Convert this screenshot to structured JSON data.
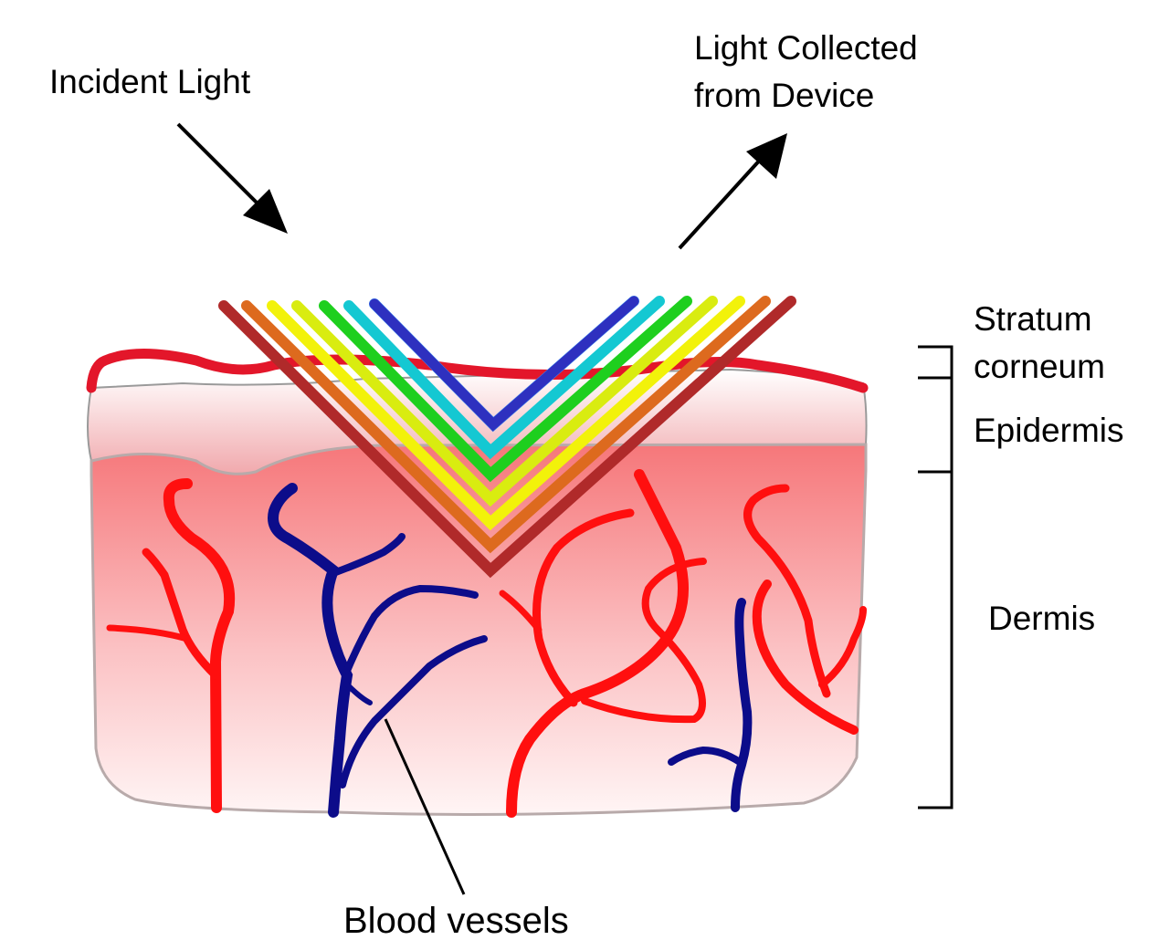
{
  "labels": {
    "incident": "Incident Light",
    "collected_line1": "Light Collected",
    "collected_line2": "from Device",
    "stratum_line1": "Stratum",
    "stratum_line2": "corneum",
    "epidermis": "Epidermis",
    "dermis": "Dermis",
    "vessels": "Blood vessels"
  },
  "light_band_colors": [
    "#b02a2a",
    "#dd6a1e",
    "#f2f20a",
    "#d9ec10",
    "#1ecf1e",
    "#14c8d2",
    "#3a84ef",
    "#2e30bf"
  ],
  "colors": {
    "stratum_corneum": "#e3162a",
    "epidermis_top": "#ffffff",
    "epidermis_bottom": "#f1a9ad",
    "dermis_top": "#f6777a",
    "dermis_bottom": "#fff5f5",
    "artery": "#ff0f0f",
    "vein": "#0c0c8a"
  }
}
